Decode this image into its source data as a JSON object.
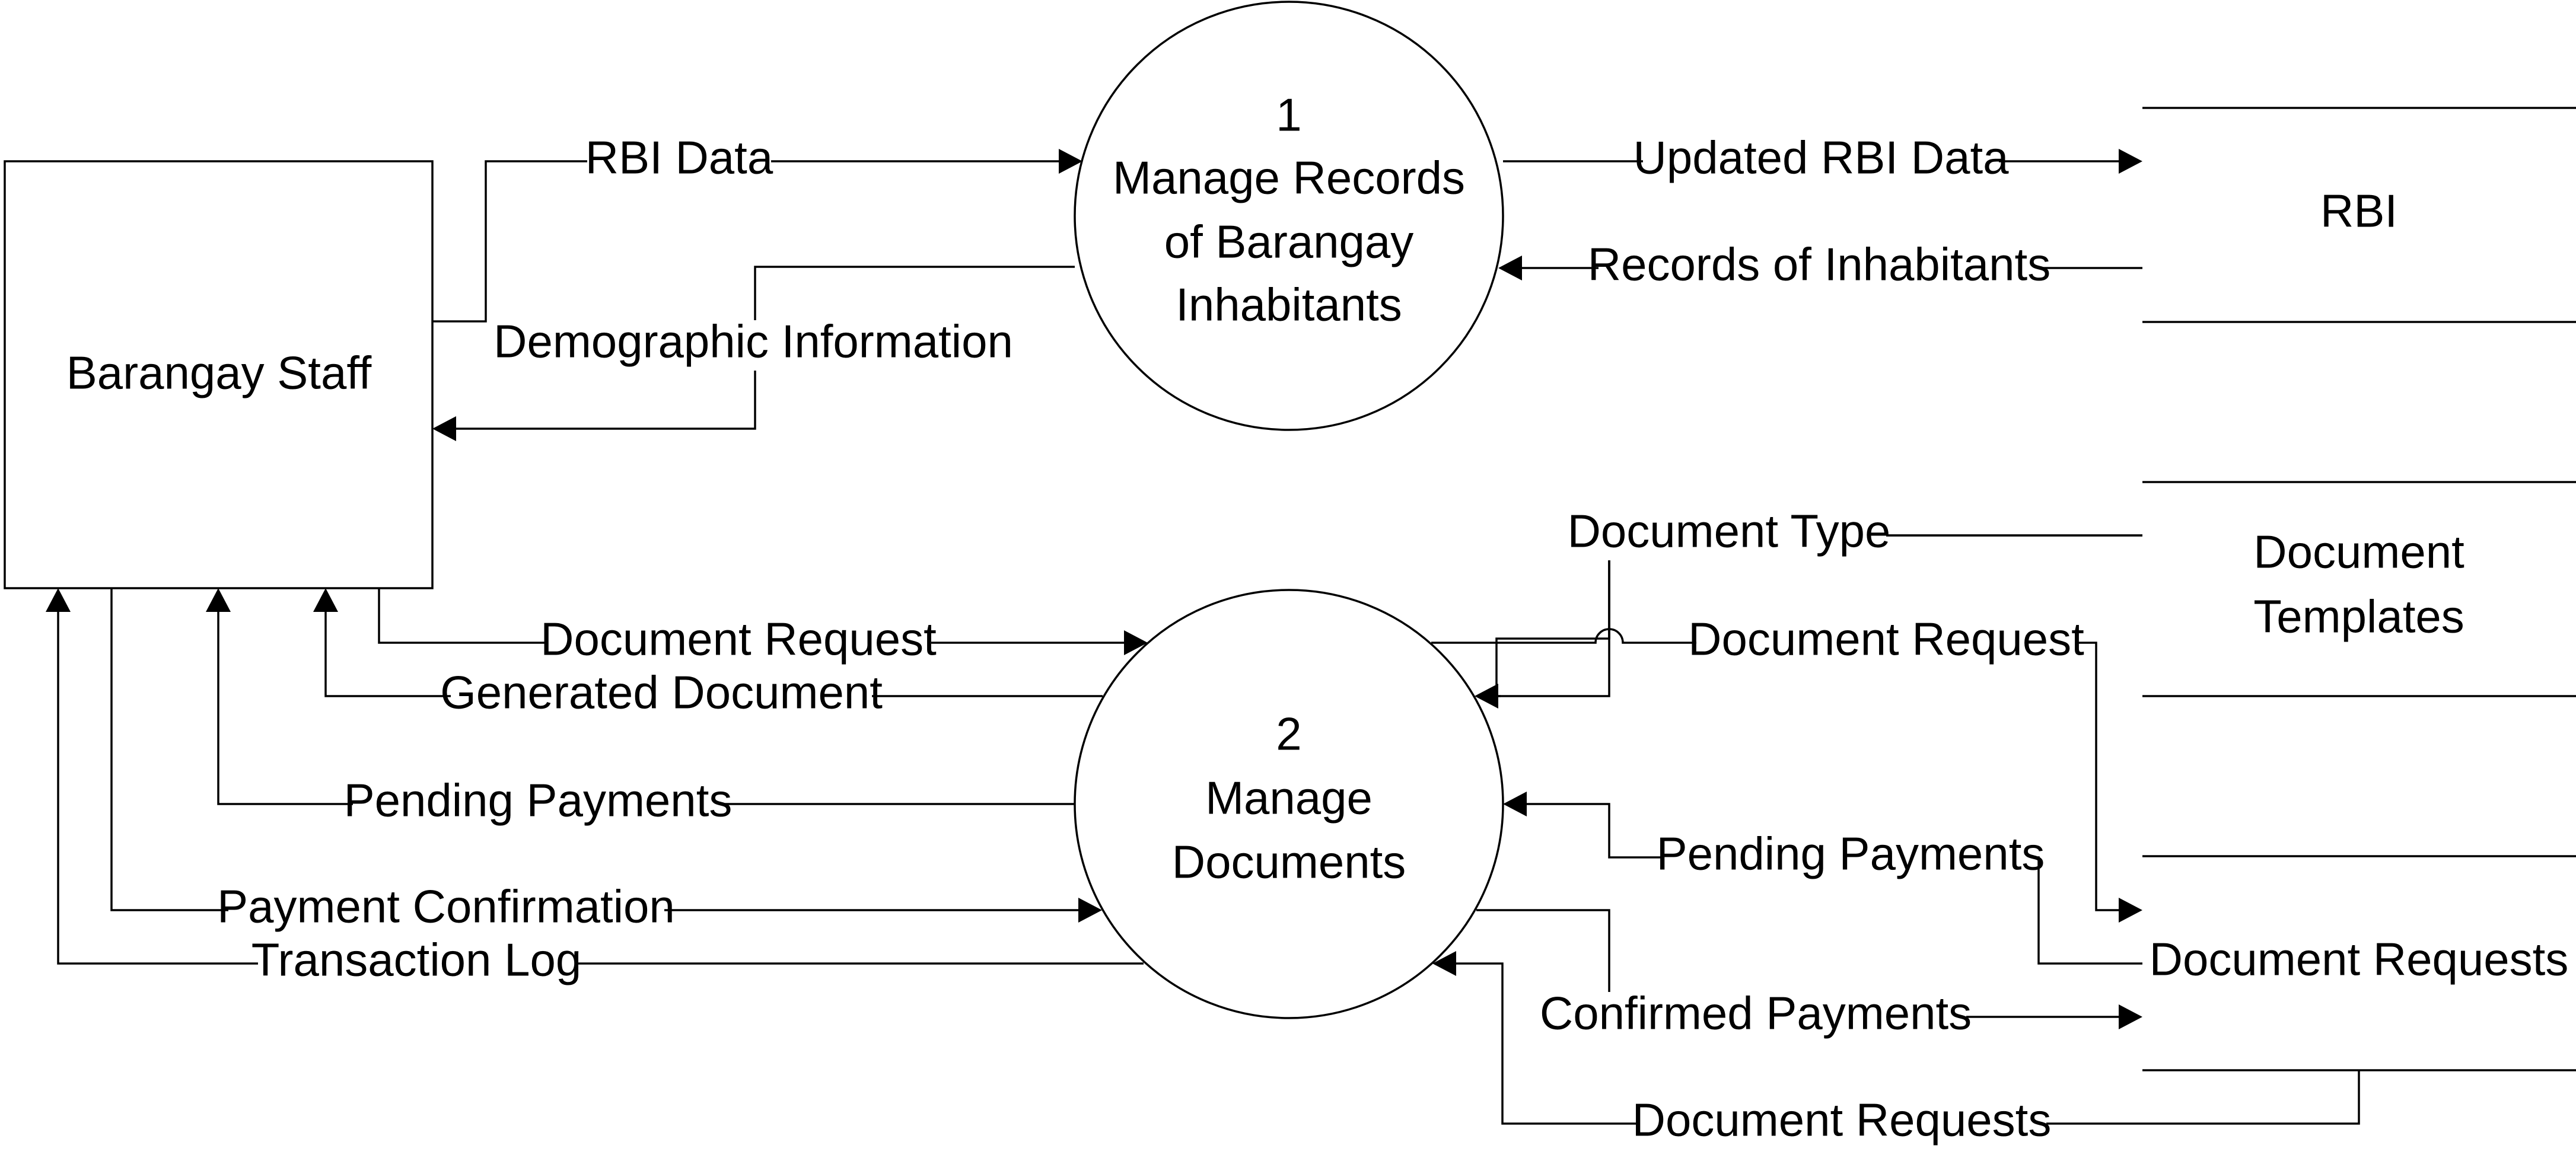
{
  "entity": {
    "name": "Barangay Staff"
  },
  "processes": [
    {
      "number": "1",
      "lines": [
        "Manage Records",
        "of Barangay",
        "Inhabitants"
      ]
    },
    {
      "number": "2",
      "lines": [
        "Manage",
        "Documents"
      ]
    }
  ],
  "data_stores": [
    {
      "lines": [
        "RBI"
      ]
    },
    {
      "lines": [
        "Document",
        "Templates"
      ]
    },
    {
      "lines": [
        "Document Requests"
      ]
    }
  ],
  "flows": {
    "rbi_data": "RBI Data",
    "demographic_information": "Demographic Information",
    "updated_rbi_data": "Updated RBI Data",
    "records_of_inhabitants": "Records of Inhabitants",
    "document_type": "Document Type",
    "document_request_to_process": "Document Request",
    "document_request_to_store": "Document Request",
    "generated_document": "Generated Document",
    "pending_payments_to_staff": "Pending Payments",
    "pending_payments_from_store": "Pending Payments",
    "payment_confirmation": "Payment Confirmation",
    "transaction_log": "Transaction Log",
    "confirmed_payments": "Confirmed Payments",
    "document_requests_from_store": "Document Requests"
  }
}
